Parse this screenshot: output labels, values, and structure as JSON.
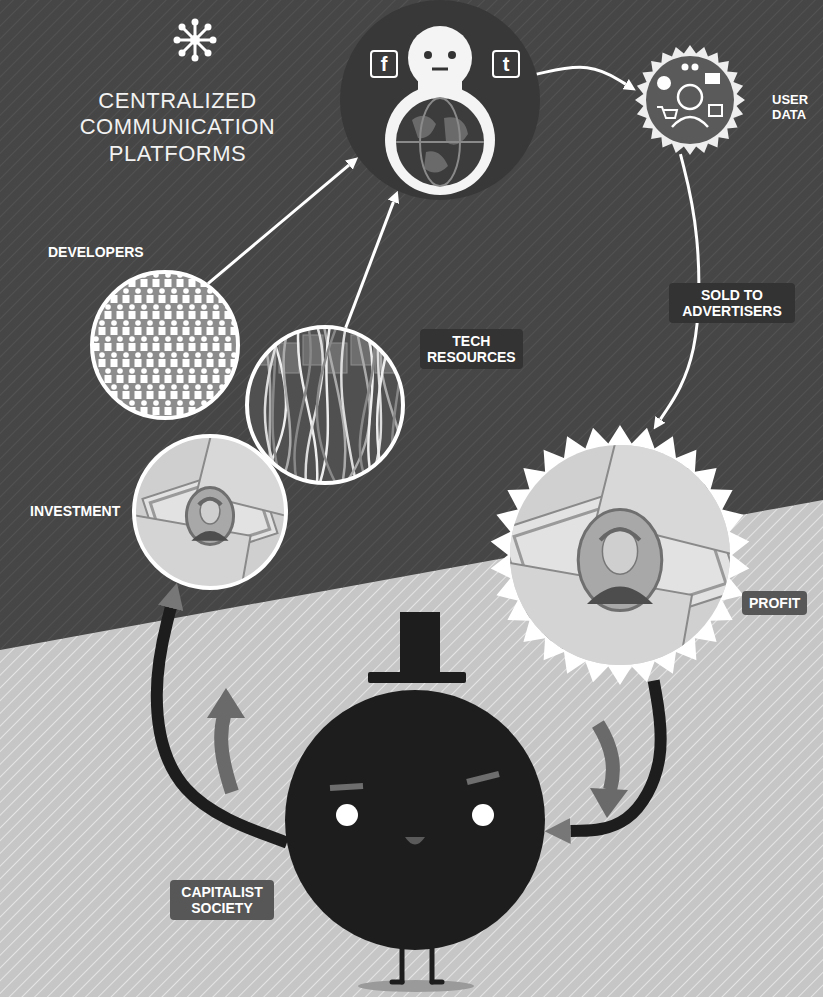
{
  "diagram": {
    "nodes": [
      {
        "text": [
          "CENTRALIZED COMMUNICATION PLATFORMS"
        ]
      },
      {
        "text": [
          "USER DATA"
        ]
      },
      {
        "text": [
          "DEVELOPERS"
        ]
      },
      {
        "text": [
          "TECH RESOURCES"
        ]
      },
      {
        "text": [
          "INVESTMENT"
        ]
      },
      {
        "text": [
          "PROFIT"
        ]
      },
      {
        "text": [
          "CAPITALIST SOCIETY"
        ]
      }
    ],
    "edges": [
      {
        "from": 2,
        "to": 0,
        "arrow": "to"
      },
      {
        "from": 3,
        "to": 0,
        "arrow": "to"
      },
      {
        "from": 0,
        "to": 1,
        "arrow": "to"
      },
      {
        "from": 1,
        "to": 5,
        "label": "SOLD TO ADVERTISERS",
        "arrow": "to"
      },
      {
        "from": 5,
        "to": 6,
        "arrow": "to"
      },
      {
        "from": 6,
        "to": 4,
        "arrow": "to"
      }
    ],
    "labels": [
      "f",
      "t"
    ]
  }
}
